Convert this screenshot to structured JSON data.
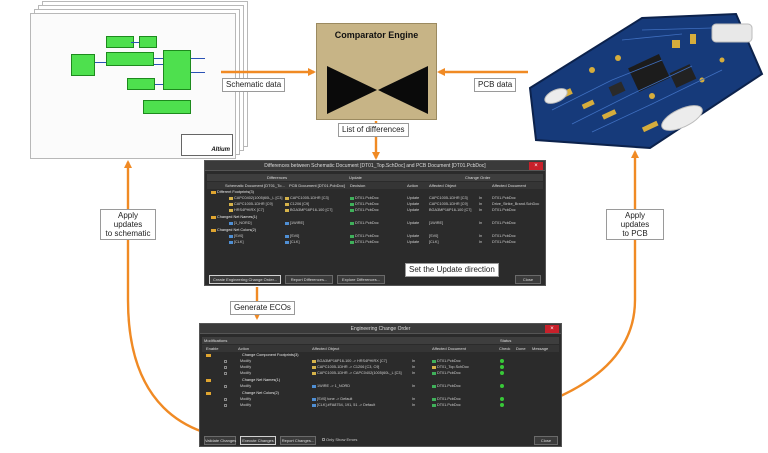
{
  "engine": {
    "title": "Comparator Engine"
  },
  "labels": {
    "schematic_data": "Schematic data",
    "pcb_data": "PCB data",
    "list_of_differences": "List of differences",
    "set_update_direction": "Set the Update direction",
    "generate_ecos": "Generate ECOs",
    "apply_to_schematic_line1": "Apply updates",
    "apply_to_schematic_line2": "to schematic",
    "apply_to_pcb_line1": "Apply updates",
    "apply_to_pcb_line2": "to PCB"
  },
  "schematic": {
    "logo": "Altium"
  },
  "differences_dialog": {
    "title": "Differences between Schematic Document [DT01_Top.SchDoc] and PCB Document [DT01.PcbDoc]",
    "close_x": "×",
    "col_groups": [
      "Differences",
      "Update",
      "Change Order"
    ],
    "columns": [
      "Schematic Document [DT01_To...",
      "PCB Document [DT01.PcbDoc]",
      "Decision",
      "Action",
      "Affected Object",
      "",
      "Affected Document"
    ],
    "groups": [
      {
        "name": "Different Footprints(3)",
        "rows": [
          [
            "CAPC0402(1005)60L_L [C3]",
            "CAPC1005-1DHR [C3]",
            "DT01.PcbDoc",
            "Update",
            "CAPC1005-1DHR [C3]",
            "In",
            "DT01.PcbDoc"
          ],
          [
            "CAPC1005-1DHR [C9]",
            "C1206 [C9]",
            "DT01.PcbDoc",
            "Update",
            "CAPC1005-1DHR [C9]",
            "In",
            "Drive_Strike_Brand.SchDoc"
          ],
          [
            "HRS4PHIRX [C7]",
            "BGA3MP16P16-100 [C7]",
            "DT01.PcbDoc",
            "Update",
            "BGA3MP16P16-100 [C7]",
            "In",
            "DT01.PcbDoc"
          ]
        ]
      },
      {
        "name": "Changed Net Names(1)",
        "rows": [
          [
            "[1_NORD]",
            "[1WIRE]",
            "DT01.PcbDoc",
            "Update",
            "[1WIRE]",
            "In",
            "DT01.PcbDoc"
          ]
        ]
      },
      {
        "name": "Changed Net Colors(2)",
        "rows": [
          [
            "[SV0]",
            "[SV0]",
            "DT01.PcbDoc",
            "Update",
            "[SV0]",
            "In",
            "DT01.PcbDoc"
          ],
          [
            "[CLK]",
            "[CLK]",
            "DT01.PcbDoc",
            "Update",
            "[CLK]",
            "In",
            "DT01.PcbDoc"
          ]
        ]
      }
    ],
    "buttons": [
      "Create Engineering Change Order...",
      "Report Differences...",
      "Explore Differences...",
      "Close"
    ]
  },
  "eco_dialog": {
    "title": "Engineering Change Order",
    "close_x": "×",
    "section_mod": "Modifications",
    "section_status": "Status",
    "columns": [
      "Enable",
      "Action",
      "Affected Object",
      "",
      "Affected Document",
      "Check",
      "Done",
      "Message"
    ],
    "groups": [
      {
        "name": "Change Component Footprints(3)",
        "rows": [
          [
            "Modify",
            "BGA3MP16P16-100 -> HRS4PHIRX [C7]",
            "In",
            "DT01.PcbDoc"
          ],
          [
            "Modify",
            "CAPC1005-1DHR -> C1206 [C3, C9]",
            "In",
            "DT01_Top.SchDoc"
          ],
          [
            "Modify",
            "CAPC1005-1DHR -> CAPC0402(1005)60L_L [C3]",
            "In",
            "DT01.PcbDoc"
          ]
        ]
      },
      {
        "name": "Change Net Names(1)",
        "rows": [
          [
            "Modify",
            "1WIRE -> 1_NORD",
            "In",
            "DT01.PcbDoc"
          ]
        ]
      },
      {
        "name": "Change Net Colors(2)",
        "rows": [
          [
            "Modify",
            "[SV0] tone -> Default",
            "In",
            "DT01.PcbDoc"
          ],
          [
            "Modify",
            "[CLK] #FA8754, 191, 51 -> Default",
            "In",
            "DT01.PcbDoc"
          ]
        ]
      }
    ],
    "buttons": [
      "Validate Changes",
      "Execute Changes",
      "Report Changes...",
      "Only Show Errors",
      "Close"
    ]
  },
  "colors": {
    "arrow": "#f08a24",
    "engine": "#c7b486",
    "dialog": "#2b2b2b"
  }
}
